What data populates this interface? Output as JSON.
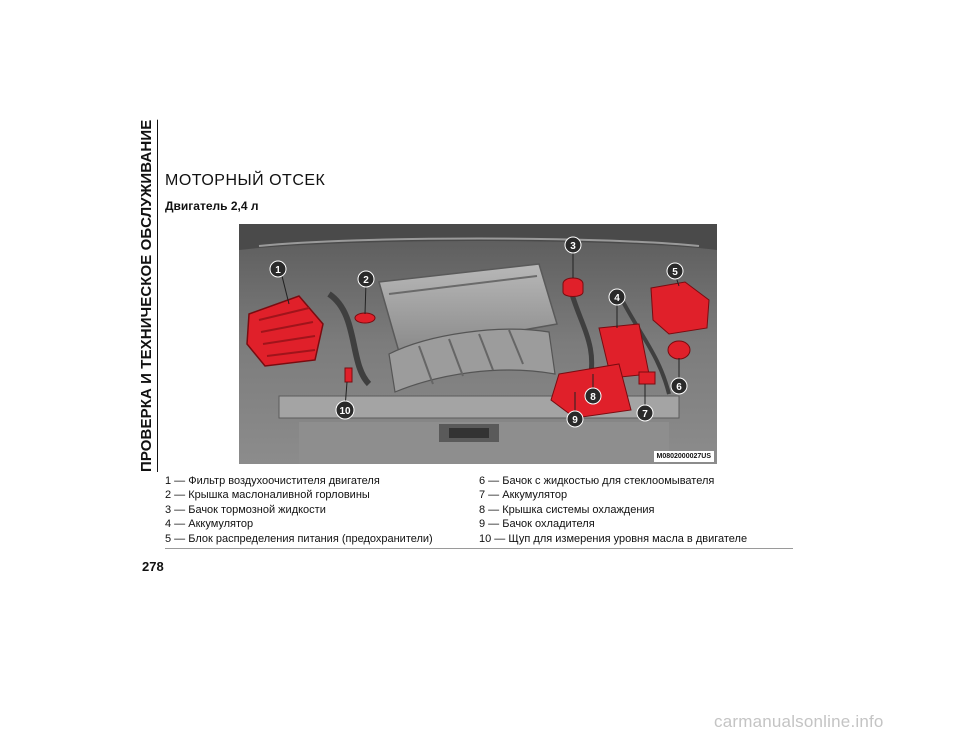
{
  "side_title": "ПРОВЕРКА И ТЕХНИЧЕСКОЕ ОБСЛУЖИВАНИЕ",
  "page_number": "278",
  "section_title": "МОТОРНЫЙ ОТСЕК",
  "subtitle": "Двигатель 2,4 л",
  "figure": {
    "code": "M0802000027US",
    "callouts": [
      "1",
      "2",
      "3",
      "4",
      "5",
      "6",
      "7",
      "8",
      "9",
      "10"
    ],
    "highlight_color": "#e0202a"
  },
  "legend": {
    "left": [
      "1 — Фильтр воздухоочистителя двигателя",
      "2 — Крышка маслоналивной горловины",
      "3 — Бачок тормозной жидкости",
      "4 — Аккумулятор",
      "5 — Блок распределения питания (предохранители)"
    ],
    "right": [
      "6 — Бачок с жидкостью для стеклоомывателя",
      "7 — Аккумулятор",
      "8 — Крышка системы охлаждения",
      "9 — Бачок охладителя",
      "10 — Щуп для измерения уровня масла в двигателе"
    ]
  },
  "watermark": "carmanualsonline.info"
}
